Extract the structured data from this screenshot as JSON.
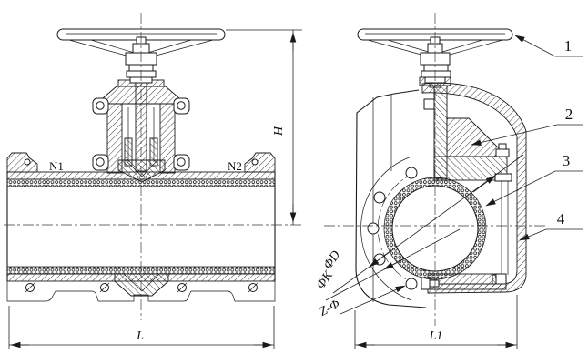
{
  "front_view": {
    "port_left_label": "N1",
    "port_right_label": "N2",
    "height_dim_label": "H",
    "length_dim_label": "L"
  },
  "side_view": {
    "width_dim_label": "L1",
    "flange_diameter_label": "ΦD",
    "bolt_circle_diameter_label": "ΦK",
    "bolt_holes_label": "Z-Φ"
  },
  "callouts": [
    "1",
    "2",
    "3",
    "4"
  ],
  "colors": {
    "line": "#1a1a1a",
    "background": "#ffffff"
  }
}
